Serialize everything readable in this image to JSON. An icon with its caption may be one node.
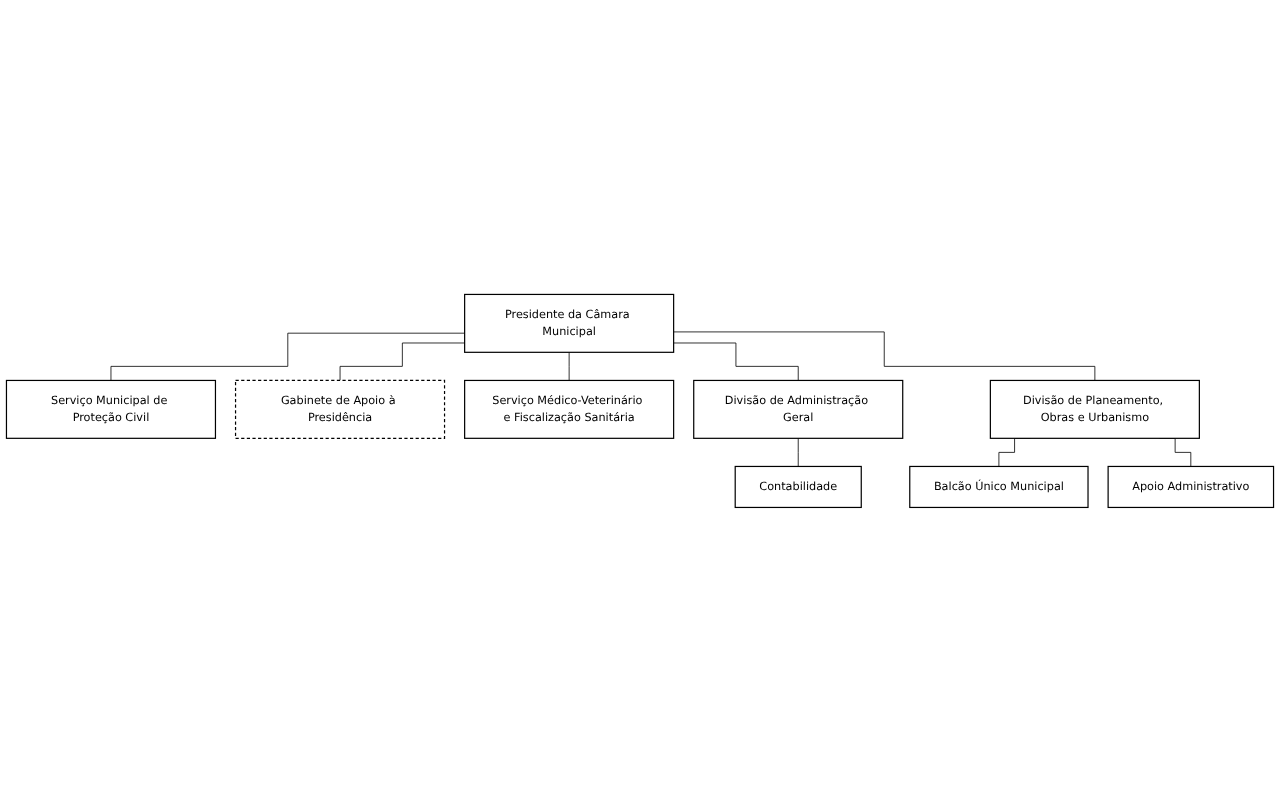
{
  "diagram": {
    "nodes": [
      {
        "text": [
          "Presidente da Câmara Municipal"
        ]
      },
      {
        "text": [
          "Serviço Municipal de Proteção Civil"
        ]
      },
      {
        "text": [
          "Gabinete de Apoio à Presidência"
        ]
      },
      {
        "text": [
          "Serviço Médico-Veterinário e Fiscalização Sanitária"
        ]
      },
      {
        "text": [
          "Divisão de Administração Geral"
        ]
      },
      {
        "text": [
          "Divisão de Planeamento, Obras e Urbanismo"
        ]
      },
      {
        "text": [
          "Contabilidade"
        ]
      },
      {
        "text": [
          "Balcão Único Municipal"
        ]
      },
      {
        "text": [
          "Apoio Administrativo"
        ]
      }
    ],
    "edges": [
      {
        "from": 0,
        "to": 1,
        "arrow": "none"
      },
      {
        "from": 0,
        "to": 2,
        "arrow": "none"
      },
      {
        "from": 0,
        "to": 3,
        "arrow": "none"
      },
      {
        "from": 0,
        "to": 4,
        "arrow": "none"
      },
      {
        "from": 0,
        "to": 5,
        "arrow": "none"
      },
      {
        "from": 4,
        "to": 6,
        "arrow": "none"
      },
      {
        "from": 5,
        "to": 7,
        "arrow": "none"
      },
      {
        "from": 5,
        "to": 8,
        "arrow": "none"
      }
    ]
  }
}
